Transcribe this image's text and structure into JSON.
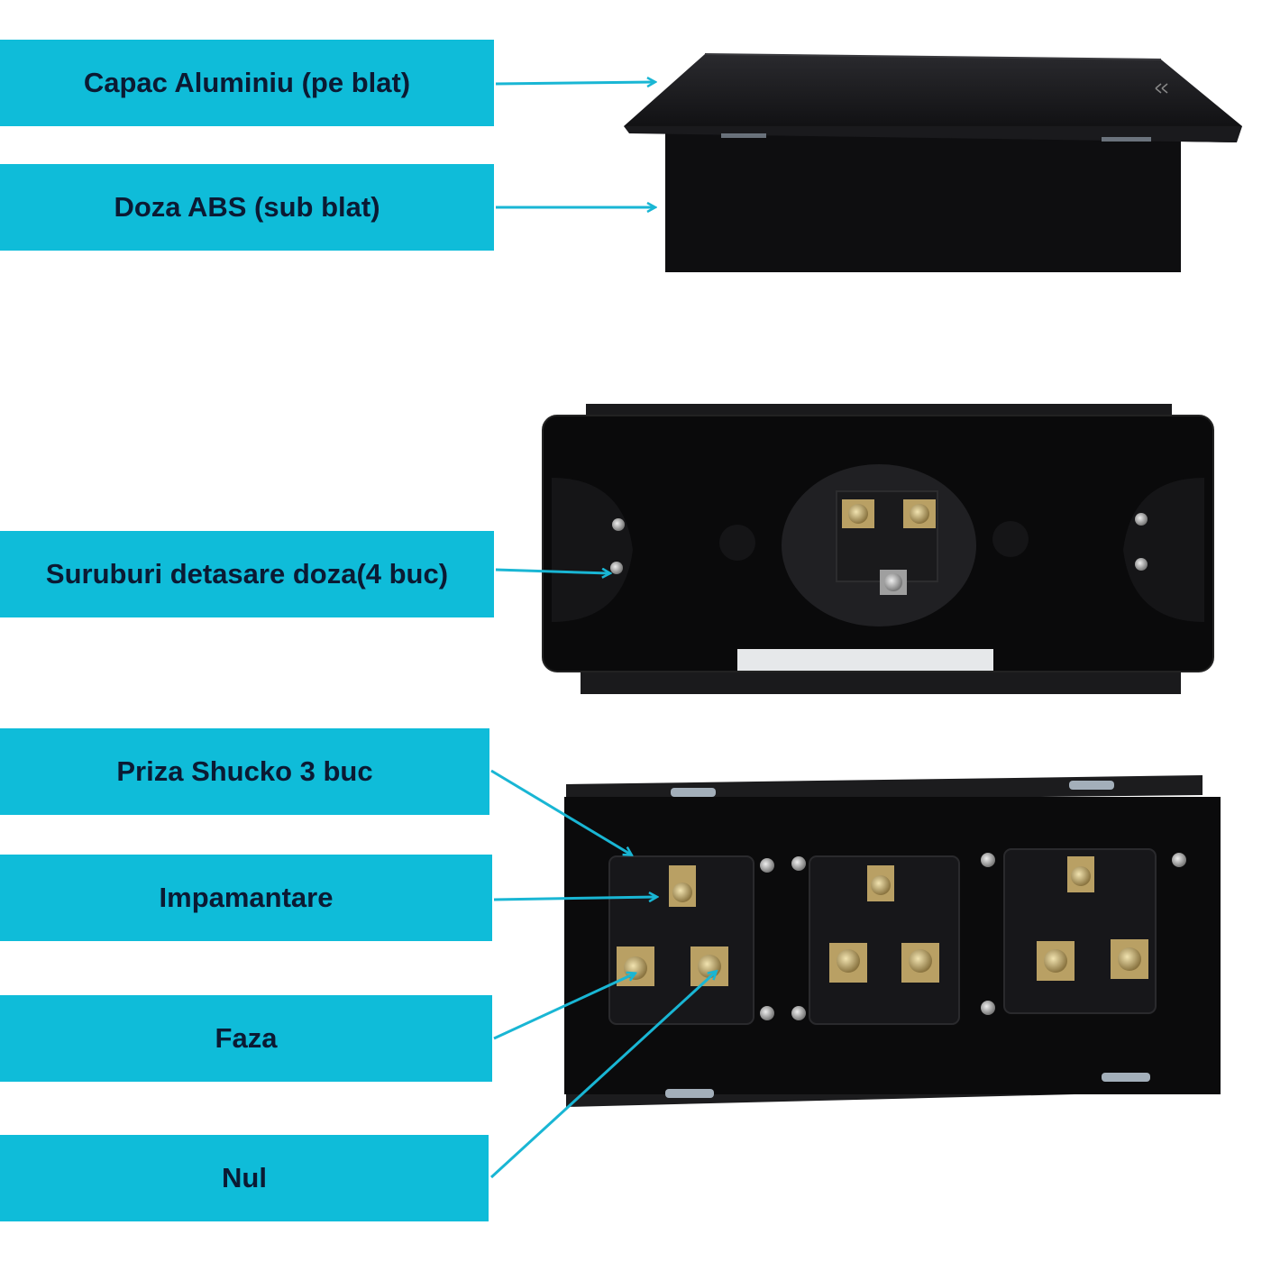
{
  "labels": {
    "capac": "Capac Aluminiu (pe blat)",
    "doza": "Doza ABS (sub blat)",
    "suruburi": "Suruburi detasare doza(4 buc)",
    "priza": "Priza Shucko 3 buc",
    "impamantare": "Impamantare",
    "faza": "Faza",
    "nul": "Nul"
  },
  "colors": {
    "label_background": "#0fbcd9",
    "label_text": "#0b1a33",
    "arrow": "#19b6d4",
    "device_body": "#111114"
  },
  "photos": [
    {
      "name": "top-view-closed-box",
      "icon": "closed-box-icon"
    },
    {
      "name": "bottom-view-abs-box",
      "icon": "abs-box-icon"
    },
    {
      "name": "open-view-sockets",
      "icon": "socket-panel-icon"
    }
  ]
}
